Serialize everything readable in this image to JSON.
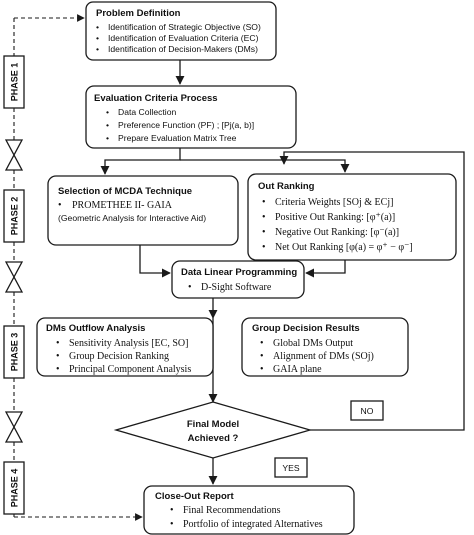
{
  "phases": [
    "PHASE 1",
    "PHASE 2",
    "PHASE 3",
    "PHASE 4"
  ],
  "problem_definition": {
    "title": "Problem Definition",
    "items": [
      "Identification of Strategic Objective (SO)",
      "Identification of Evaluation Criteria (EC)",
      "Identification of Decision-Makers (DMs)"
    ]
  },
  "evaluation_criteria": {
    "title": "Evaluation Criteria Process",
    "items": [
      "Data Collection",
      "Preference Function (PF) ; [Pj(a, b)]",
      "Prepare Evaluation Matrix Tree"
    ]
  },
  "mcda": {
    "title": "Selection of MCDA Technique",
    "line1": "PROMETHEE II- GAIA",
    "line2": "(Geometric Analysis for Interactive Aid)"
  },
  "out_ranking": {
    "title": "Out Ranking",
    "items": [
      "Criteria Weights [SOj & ECj]",
      "Positive Out Ranking: [φ⁺(a)]",
      "Negative Out Ranking: [φ⁻(a)]",
      "Net Out Ranking [φ(a) = φ⁺ − φ⁻]"
    ]
  },
  "linear_programming": {
    "title": "Data Linear Programming",
    "item": "D-Sight Software"
  },
  "outflow": {
    "title": "DMs Outflow Analysis",
    "items": [
      "Sensitivity Analysis [EC, SO]",
      "Group Decision Ranking",
      "Principal Component Analysis"
    ]
  },
  "group_results": {
    "title": "Group Decision Results",
    "items": [
      "Global DMs Output",
      "Alignment of DMs (SOj)",
      "GAIA plane"
    ]
  },
  "decision": {
    "line1": "Final Model",
    "line2": "Achieved ?",
    "no_label": "NO",
    "yes_label": "YES"
  },
  "closeout": {
    "title": "Close-Out Report",
    "items": [
      "Final Recommendations",
      "Portfolio of integrated Alternatives"
    ]
  }
}
